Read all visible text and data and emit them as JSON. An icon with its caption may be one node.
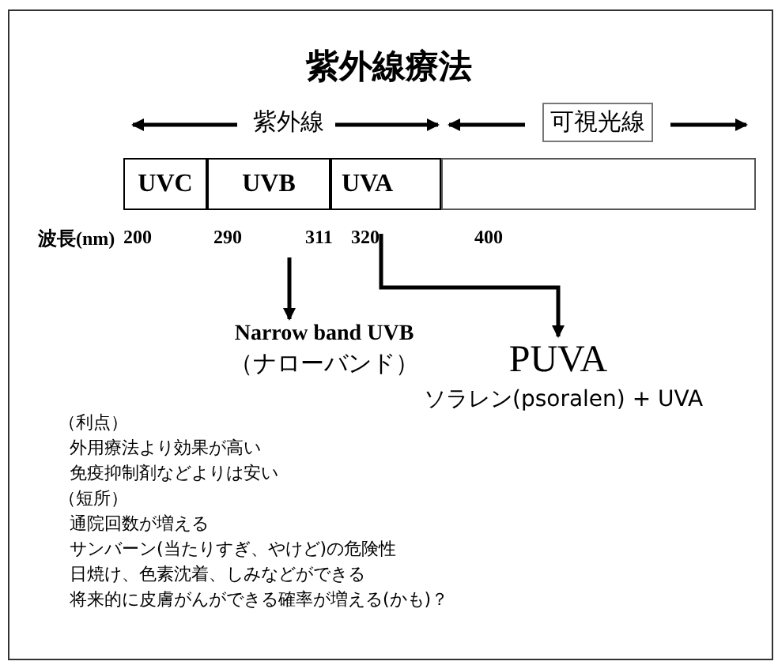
{
  "diagram": {
    "title": "紫外線療法",
    "nodes": [
      {
        "text": [
          "UVC"
        ]
      },
      {
        "text": [
          "UVB"
        ]
      },
      {
        "text": [
          "UVA"
        ]
      },
      {
        "text": [],
        "shape": "box"
      },
      {
        "text": [
          "可視光線"
        ]
      },
      {
        "text": [
          "Narrow band UVB",
          "（ナローバンド）"
        ]
      },
      {
        "text": [
          "PUVA",
          "ソラレン(psoralen) + UVA"
        ]
      },
      {
        "text": [
          "320"
        ]
      }
    ],
    "edges": [
      {
        "from": null,
        "to": 5,
        "arrow": "to"
      },
      {
        "from": 7,
        "to": 6,
        "arrow": "to"
      }
    ],
    "labels": [
      "紫外線",
      "波長(nm)",
      "200",
      "290",
      "311",
      "400",
      "（利点）",
      "外用療法より効果が高い",
      "免疫抑制剤などよりは安い",
      "（短所）",
      "通院回数が増える",
      "サンバーン(当たりすぎ、やけど)の危険性",
      "日焼け、色素沈着、しみなどができる",
      "将来的に皮膚がんができる確率が増える(かも)？"
    ]
  }
}
